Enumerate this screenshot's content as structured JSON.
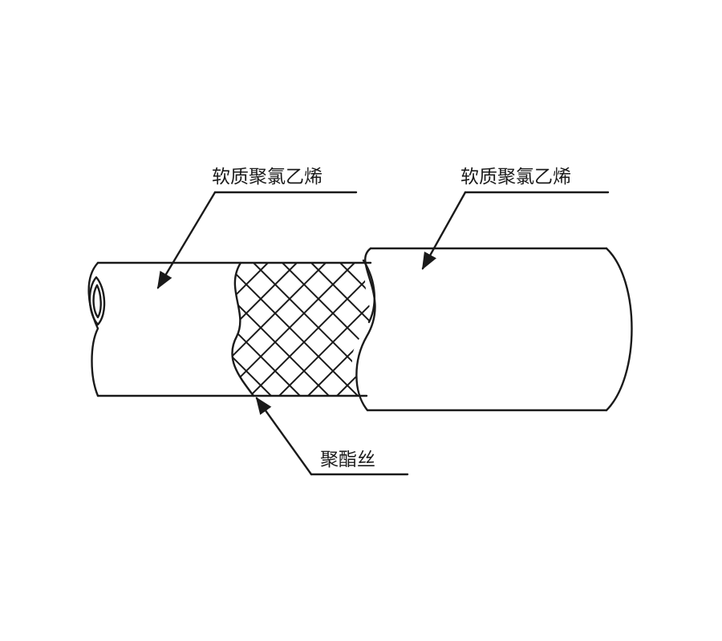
{
  "labels": {
    "inner_layer": "软质聚氯乙烯",
    "outer_layer": "软质聚氯乙烯",
    "reinforcement": "聚酯丝"
  },
  "colors": {
    "stroke": "#1a1a1a",
    "background": "#ffffff"
  }
}
